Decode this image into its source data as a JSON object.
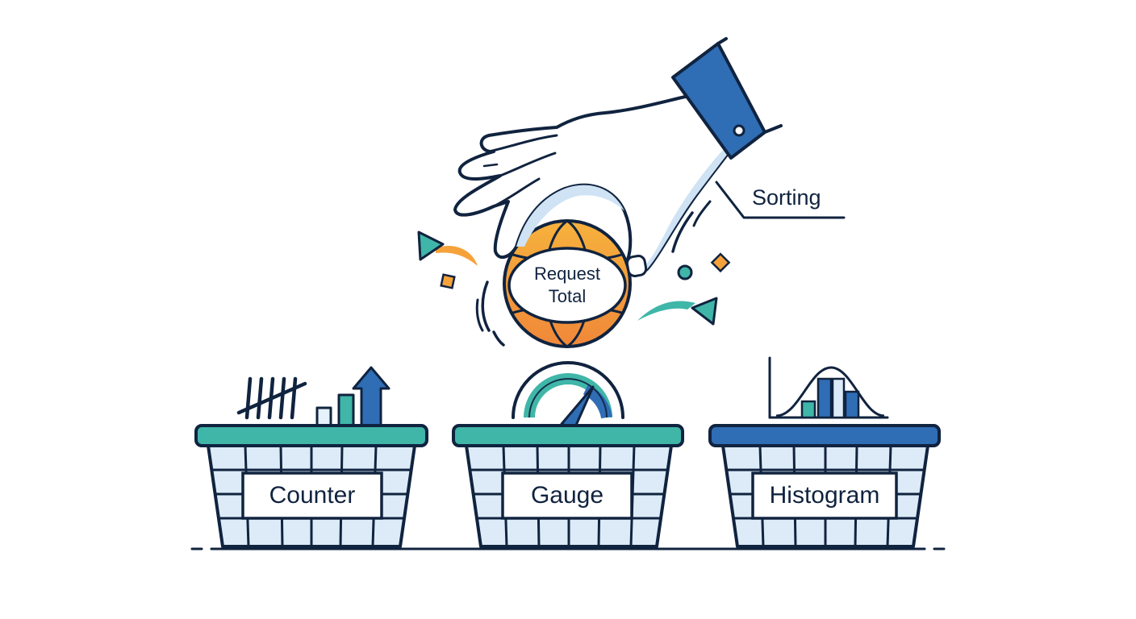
{
  "annotation": {
    "sorting_label": "Sorting"
  },
  "ball": {
    "label_line1": "Request",
    "label_line2": "Total"
  },
  "baskets": [
    {
      "label": "Counter",
      "icon": "tally-and-rising-bars-icon"
    },
    {
      "label": "Gauge",
      "icon": "gauge-dial-icon"
    },
    {
      "label": "Histogram",
      "icon": "bell-curve-histogram-icon"
    }
  ],
  "colors": {
    "outline": "#10233f",
    "navy_blue": "#2f6db5",
    "teal": "#3fb6a8",
    "orange": "#f5a23a",
    "basket_fill": "#dcebf7",
    "skin_shadow": "#cfe3f5"
  }
}
